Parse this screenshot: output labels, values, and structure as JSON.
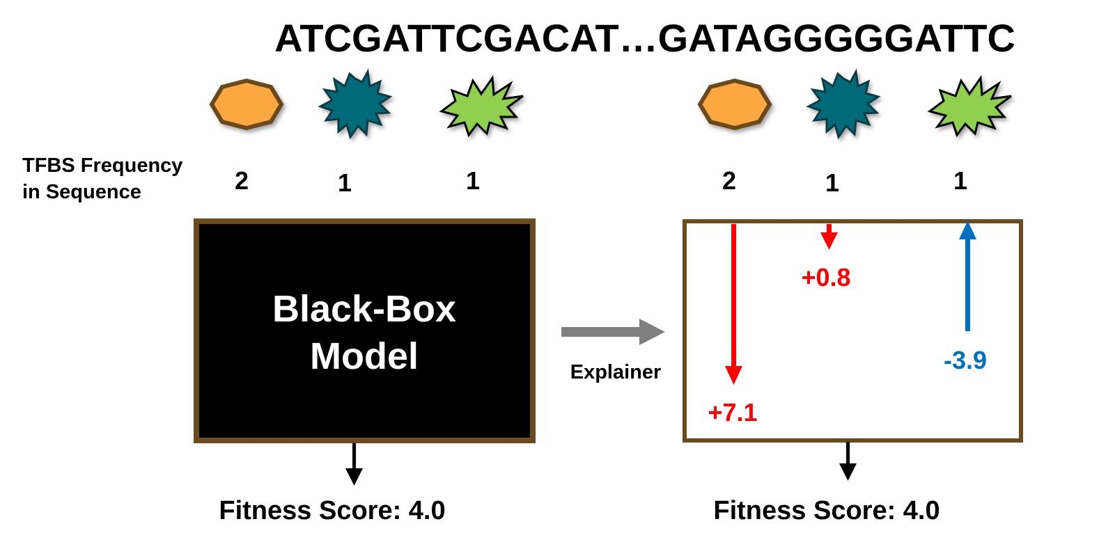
{
  "sequence": "ATCGATTCGACAT…GATAGGGGGATTC",
  "frequency_label": [
    "TFBS Frequency",
    "in Sequence"
  ],
  "motifs": [
    {
      "icon": "orange-octagon-icon",
      "frequency": "2",
      "color": "#FCA73F"
    },
    {
      "icon": "teal-starburst-icon",
      "frequency": "1",
      "color": "#046A78"
    },
    {
      "icon": "green-starburst-icon",
      "frequency": "1",
      "color": "#8FD14F"
    }
  ],
  "black_box": {
    "lines": [
      "Black-Box",
      "Model"
    ]
  },
  "explainer_label": "Explainer",
  "contributions": [
    {
      "value": "+7.1",
      "direction": "down",
      "color": "#FF0000"
    },
    {
      "value": "+0.8",
      "direction": "down",
      "color": "#FF0000"
    },
    {
      "value": "-3.9",
      "direction": "up",
      "color": "#0070C0"
    }
  ],
  "fitness_left": "Fitness Score: 4.0",
  "fitness_right": "Fitness Score: 4.0",
  "colors": {
    "border": "#6B4A1E",
    "arrow_gray": "#808080",
    "black": "#000000"
  }
}
